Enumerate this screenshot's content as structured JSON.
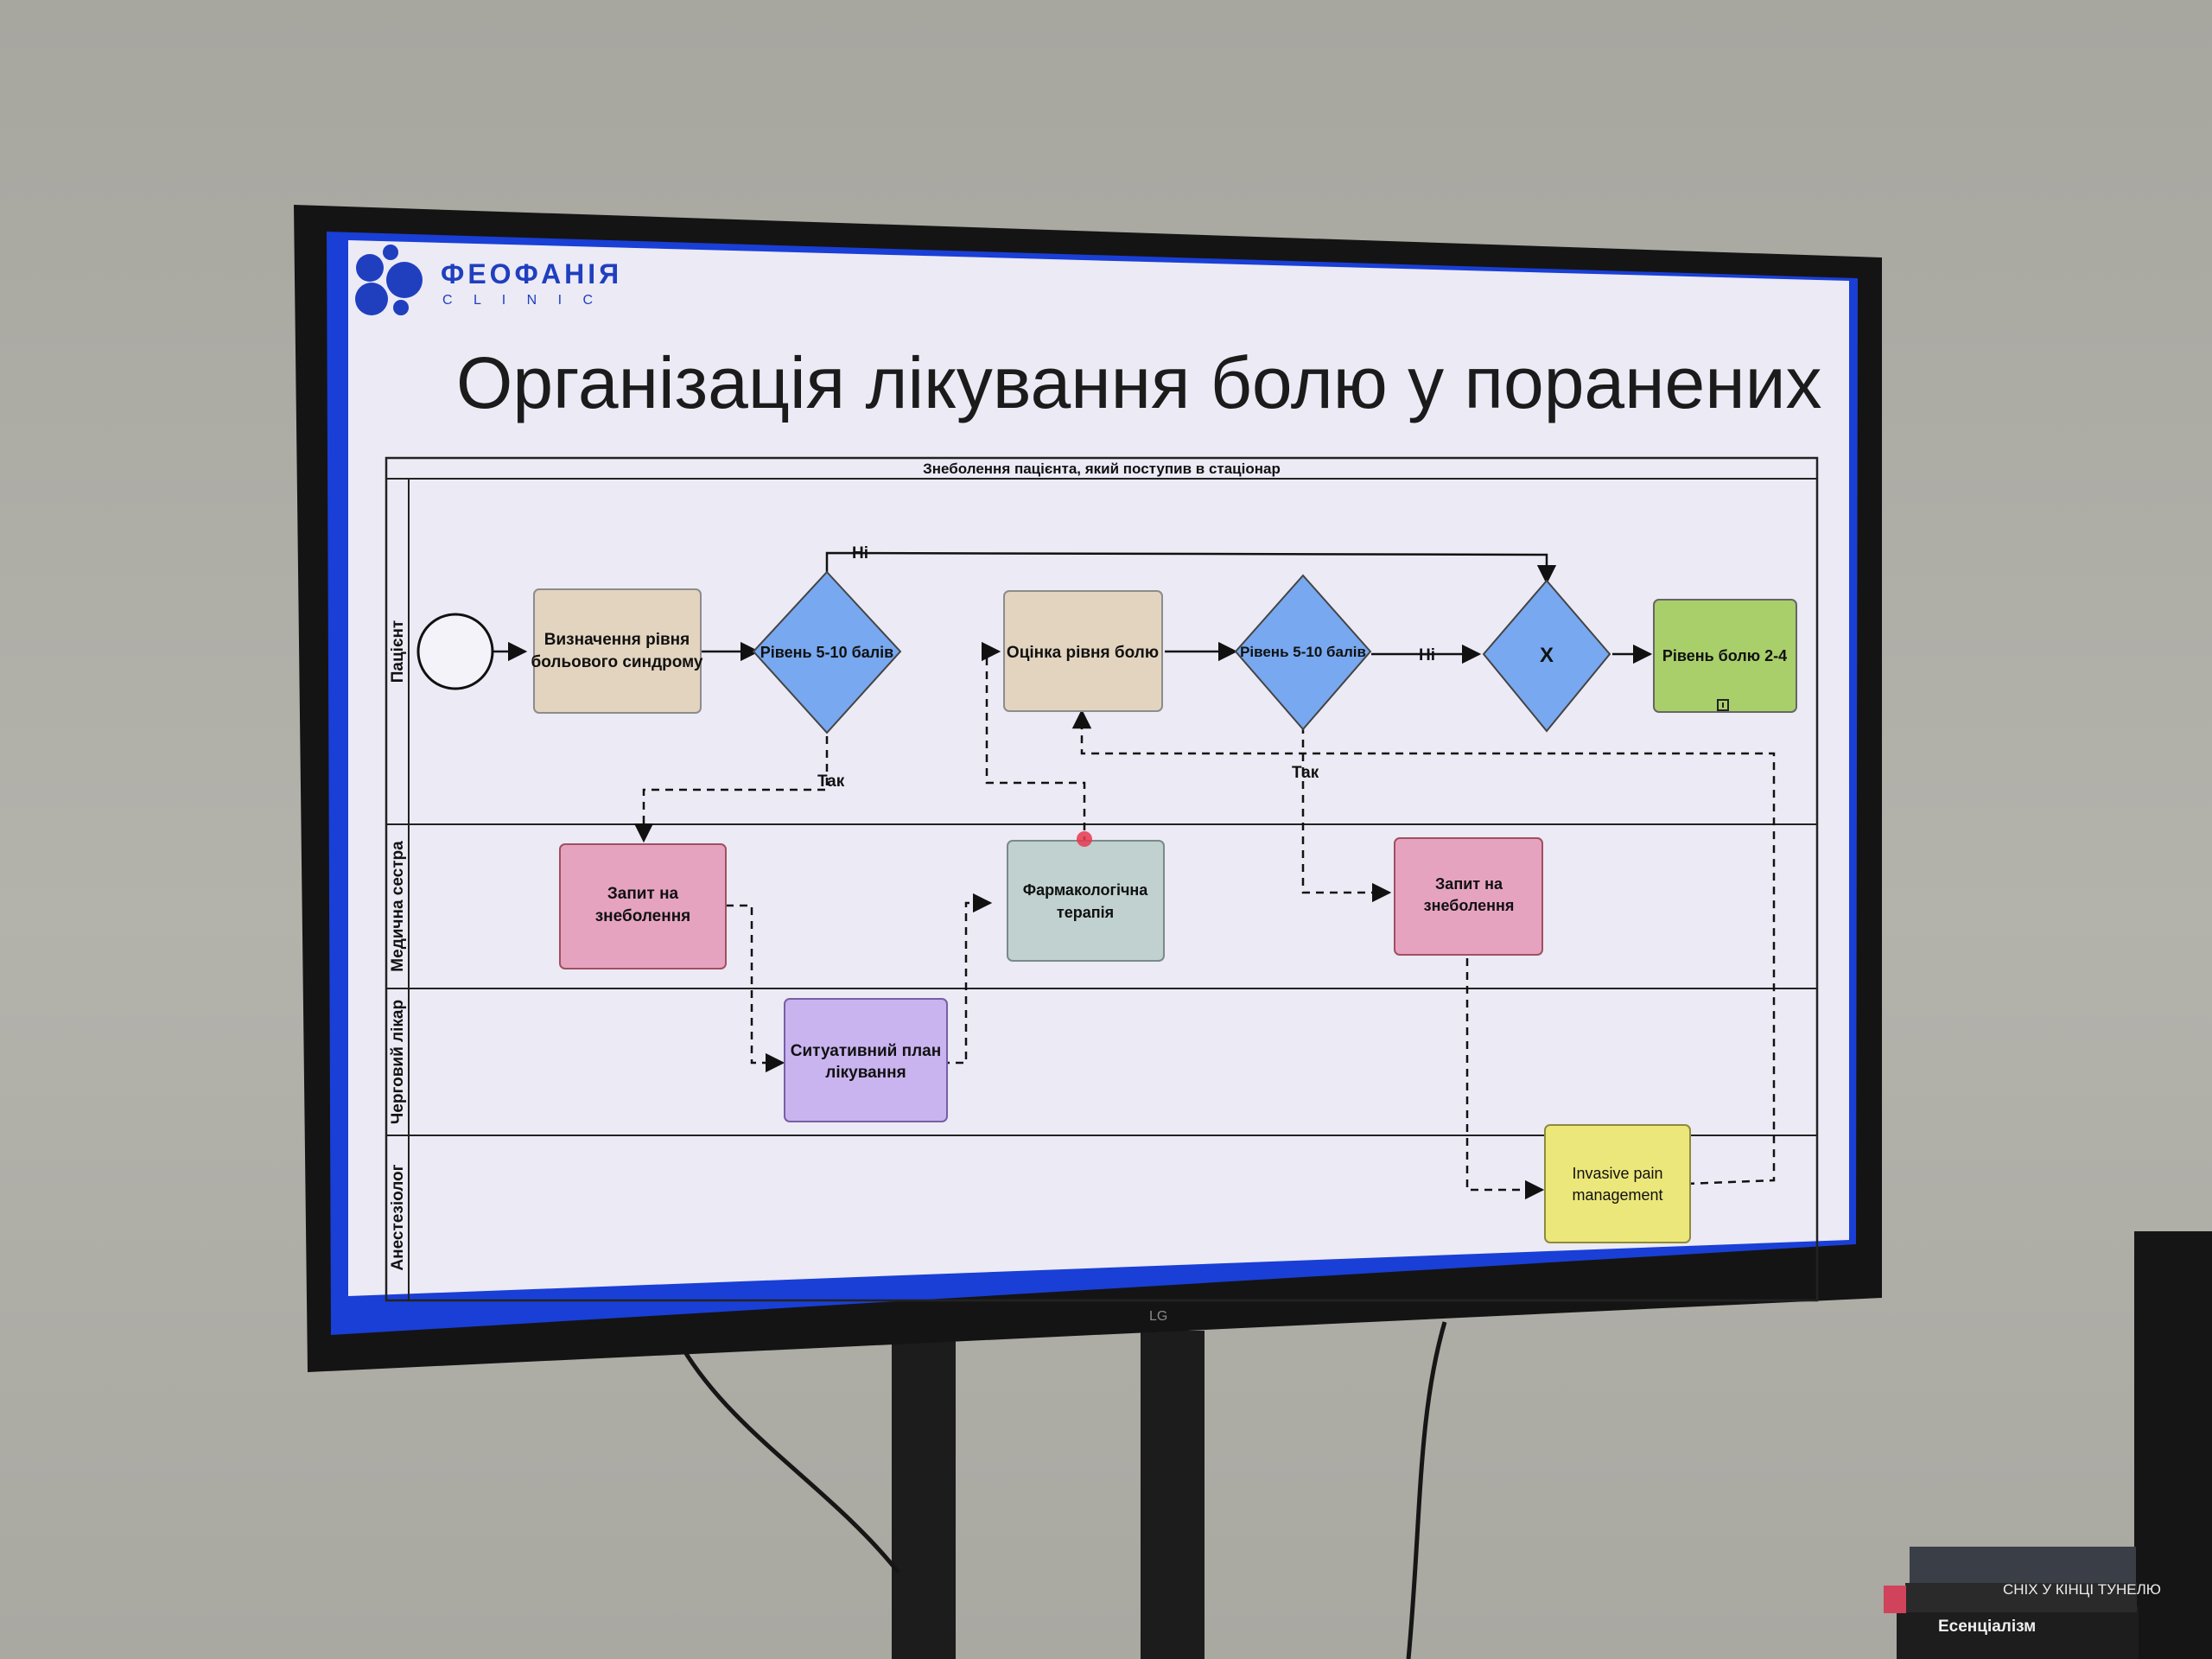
{
  "logo": {
    "name": "ФЕОФАНІЯ",
    "sub": "C L I N I C"
  },
  "slide": {
    "title": "Організація лікування болю у поранених"
  },
  "monitor": {
    "brand": "LG"
  },
  "pool": {
    "title": "Знеболення пацієнта, який поступив в стаціонар",
    "lanes": [
      "Пацієнт",
      "Медична сестра",
      "Черговий лікар",
      "Анестезіолог"
    ]
  },
  "nodes": {
    "pain_level_assessment": [
      "Визначення рівня",
      "больового синдрому"
    ],
    "gateway_1": "Рівень 5-10 балів",
    "pain_assessment": "Оцінка рівня болю",
    "gateway_2": "Рівень 5-10 балів",
    "gateway_x": "X",
    "end_level": "Рівень болю 2-4",
    "request_1": [
      "Запит на",
      "знеболення"
    ],
    "pharm_therapy": [
      "Фармакологічна",
      "терапія"
    ],
    "request_2": [
      "Запит на",
      "знеболення"
    ],
    "situational_plan": [
      "Ситуативний план",
      "лікування"
    ],
    "invasive": [
      "Invasive pain",
      "management"
    ]
  },
  "edge_labels": {
    "no_1": "Ні",
    "yes_1": "Так",
    "no_2": "Ні",
    "yes_2": "Так"
  },
  "books": {
    "book_1": "СНІХ У КІНЦІ ТУНЕЛЮ",
    "book_2": "Есенціалізм"
  },
  "colors": {
    "logo_blue": "#1f3fbf",
    "screen_border_blue": "#1a3fd6",
    "tan": "#e2d4bf",
    "blue_gateway": "#78a8ef",
    "green": "#a9cf6b",
    "pink": "#e6a3c0",
    "gray_blue": "#c0d1cf",
    "lavender": "#c9b4ef",
    "yellow": "#ece77b"
  }
}
